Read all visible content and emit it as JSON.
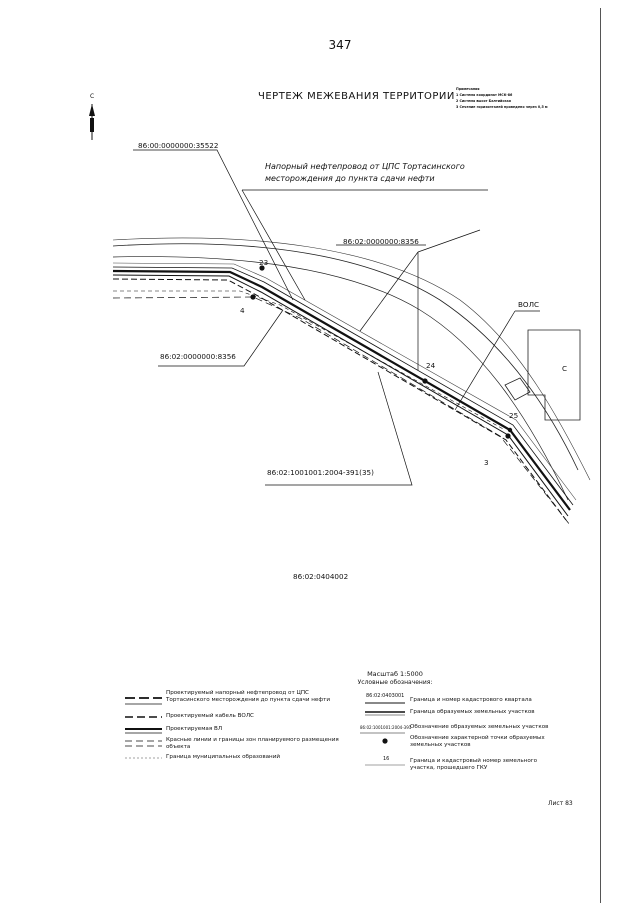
{
  "page_number": "347",
  "title": "ЧЕРТЕЖ МЕЖЕВАНИЯ ТЕРРИТОРИИ",
  "notes": {
    "heading": "Примечания",
    "lines": [
      "1 Система координат МСК-86",
      "2 Система высот Балтийская",
      "3 Сечение горизонталей проведено через 0,5 м"
    ]
  },
  "north_letter": "С",
  "map_labels": {
    "parcel_35522": "86:00:0000000:35522",
    "oil_pipeline_label": "Напорный нефтепровод от ЦПС Тортасинского месторождения до пункта сдачи нефти",
    "parcel_8356_top": "86:02:0000000:8356",
    "parcel_8356_bottom": "86:02:0000000:8356",
    "vols": "ВОЛС",
    "parcel_391": "86:02:1001001:2004-391(35)",
    "quarter": "86:02:0404002",
    "point_23": "23",
    "point_24": "24",
    "point_25": "25",
    "point_4": "4",
    "point_3": "3",
    "edge_letter": "С"
  },
  "scale": {
    "title": "Масштаб 1:5000",
    "subtitle": "Условные обозначения:"
  },
  "legend_left": [
    "Проектируемый напорный нефтепровод от ЦПС Тортасинского месторождения до пункта сдачи нефти",
    "Проектируемый кабель ВОЛС",
    "Проектируемая ВЛ",
    "Красные линии и границы зон планируемого размещения объекта",
    "Граница муниципальных образований"
  ],
  "legend_right": [
    {
      "sample": "86:02:0403001",
      "text": "Граница и номер кадастрового квартала"
    },
    {
      "sample": "",
      "text": "Граница образуемых земельных участков"
    },
    {
      "sample": "86:02:1001001:2004-391",
      "text": "Обозначение образуемых земельных участков"
    },
    {
      "sample": "",
      "text": "Обозначение характерной точки образуемых земельных участков"
    },
    {
      "sample": "16",
      "text": "Граница и кадастровый номер земельного участка, прошедшего ГКУ"
    }
  ],
  "sheet": "Лист 83"
}
